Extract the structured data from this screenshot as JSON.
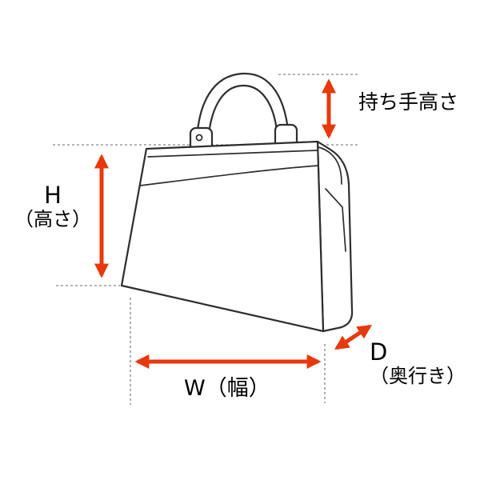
{
  "labels": {
    "handle_height": "持ち手高さ",
    "height_letter": "H",
    "height_caption": "（高さ）",
    "width": "W（幅）",
    "depth_letter": "D",
    "depth_caption": "（奥行き）"
  },
  "colors": {
    "arrow": "#e8380c",
    "outline": "#2e2e2e",
    "guide": "#9b9b9b",
    "text": "#000000",
    "background": "#ffffff"
  }
}
